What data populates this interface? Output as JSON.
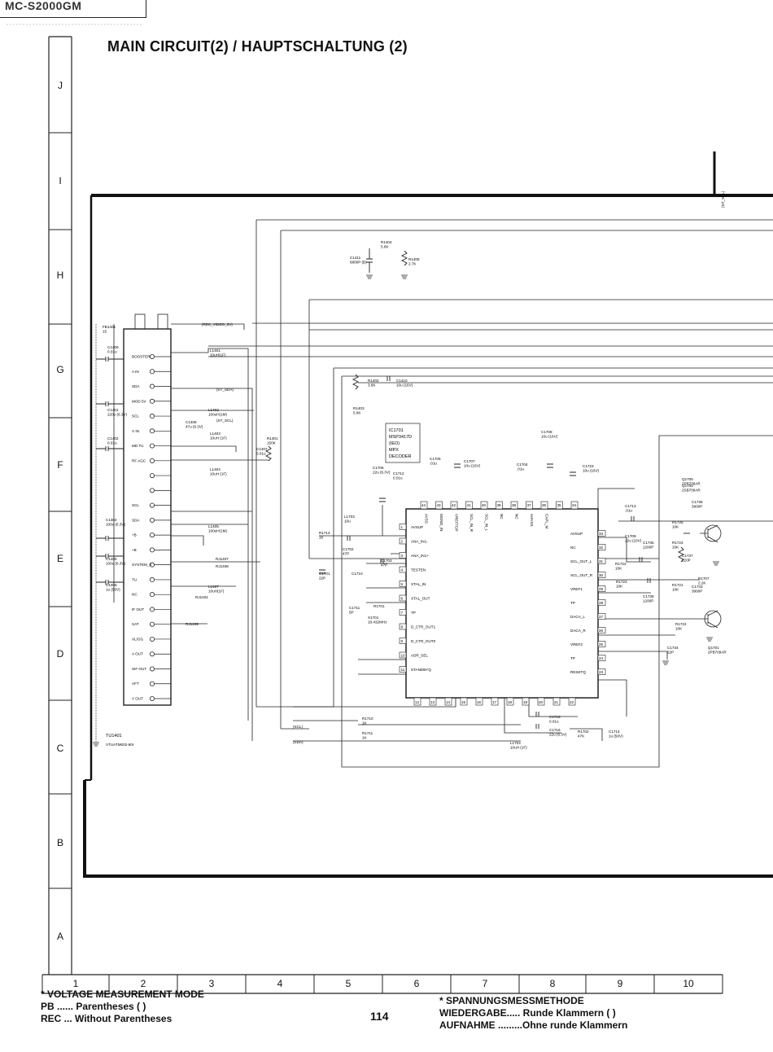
{
  "header": {
    "model": "MC-S2000GM",
    "title": "MAIN CIRCUIT(2) / HAUPTSCHALTUNG (2)"
  },
  "grid": {
    "rows": [
      "J",
      "I",
      "H",
      "G",
      "F",
      "E",
      "D",
      "C",
      "B",
      "A"
    ],
    "columns": [
      "1",
      "2",
      "3",
      "4",
      "5",
      "6",
      "7",
      "8",
      "9",
      "10"
    ]
  },
  "footer": {
    "left": [
      "* VOLTAGE MEASUREMENT MODE",
      "PB ...... Parentheses (     )",
      "REC ... Without Parentheses"
    ],
    "right": [
      "* SPANNUNGSMESSMETHODE",
      "WIEDERGABE..... Runde Klammern (      )",
      "AUFNAHME .........Ohne runde Klammern"
    ],
    "page": "114"
  },
  "tuner": {
    "ref": "TU1401",
    "part": "VTUATM002-60I",
    "pins": [
      "BOOSTER",
      "A IN",
      "SDA",
      "MOD 5V",
      "SCL",
      "V IN",
      "MD TU",
      "RF AGC",
      "",
      "",
      "SCL",
      "SDA",
      "+B",
      "+B",
      "SYSTEM_K",
      "TU",
      "NC",
      "IF OUT",
      "SAT",
      "VL/OG",
      "A OUT",
      "SIF OUT",
      "AFT",
      "Y OUT"
    ]
  },
  "ic": {
    "ref": "IC1701",
    "part": "MSP3417D",
    "pkg": "(IEO)",
    "func1": "MPX",
    "func2": "DECODER",
    "left_pins": [
      "AVSUP",
      "ANA_IN1-",
      "ANA_IN1+",
      "TESTEN",
      "XTAL_IN",
      "XTAL_OUT",
      "TP",
      "D_CTR_OUT1",
      "D_CTR_OUT0",
      "ADR_SEL",
      "STANDBYQ"
    ],
    "left_nums": [
      "1",
      "2",
      "3",
      "4",
      "5",
      "6",
      "7",
      "8",
      "9",
      "10",
      "11"
    ],
    "right_pins": [
      "AVSUP",
      "NC",
      "SCL_OUT_L",
      "SCL_OUT_R",
      "VREF1",
      "TP",
      "DACA_L",
      "DACA_R",
      "VREF2",
      "TP",
      "RESETQ"
    ],
    "right_nums": [
      "33",
      "32",
      "31",
      "30",
      "29",
      "28",
      "27",
      "26",
      "25",
      "24",
      "23"
    ],
    "top_pins": [
      "AVSS",
      "MONO_IN",
      "VREFTOP",
      "SCL_IN_R",
      "SCL_IN_L",
      "NC",
      "NC",
      "AHVSS",
      "CAPL_M",
      "",
      ""
    ],
    "top_nums": [
      "44",
      "43",
      "42",
      "41",
      "40",
      "39",
      "38",
      "37",
      "36",
      "35",
      "34"
    ],
    "bottom_nums": [
      "12",
      "13",
      "14",
      "15",
      "16",
      "17",
      "18",
      "19",
      "20",
      "21",
      "22"
    ]
  },
  "components": [
    {
      "ref": "FB1401",
      "val": "15"
    },
    {
      "ref": "C1409",
      "val": "0.01u"
    },
    {
      "ref": "C1401",
      "val": "220u (6.3V)"
    },
    {
      "ref": "C1402",
      "val": "0.01u"
    },
    {
      "ref": "C1404",
      "val": "100u (6.3V)"
    },
    {
      "ref": "C1405",
      "val": "100u (6.3V)"
    },
    {
      "ref": "C1406",
      "val": "1u (50V)"
    },
    {
      "ref": "L1401",
      "val": "10uH(1F)"
    },
    {
      "ref": "L1402",
      "val": "100uH(1M)"
    },
    {
      "ref": "L1403",
      "val": "10uH (1F)"
    },
    {
      "ref": "L1404",
      "val": "10uH (1F)"
    },
    {
      "ref": "L1405",
      "val": "100uH(1M)"
    },
    {
      "ref": "L1407",
      "val": "10uH(1F)"
    },
    {
      "ref": "C1408",
      "val": "47u (6.3V)"
    },
    {
      "ref": "R1401",
      "val": "150K"
    },
    {
      "ref": "C1407",
      "val": "0.01u"
    },
    {
      "ref": "RJ1407",
      "val": ""
    },
    {
      "ref": "RJ1408",
      "val": ""
    },
    {
      "ref": "RJ1401",
      "val": ""
    },
    {
      "ref": "RJ1409",
      "val": ""
    },
    {
      "ref": "R1404",
      "val": "5.6K"
    },
    {
      "ref": "C1411",
      "val": "6800P (B)"
    },
    {
      "ref": "R1405",
      "val": "2.7K"
    },
    {
      "ref": "R1402",
      "val": "3.6K"
    },
    {
      "ref": "C1410",
      "val": "10u (16V)"
    },
    {
      "ref": "R1403",
      "val": "5.6K"
    },
    {
      "ref": "C1705",
      "val": "22u (6.3V)"
    },
    {
      "ref": "C1712",
      "val": "0.01u"
    },
    {
      "ref": "C1706",
      "val": ".01u"
    },
    {
      "ref": "C1707",
      "val": "10u (16V)"
    },
    {
      "ref": "C1708",
      "val": "10u (16V)"
    },
    {
      "ref": "C1704",
      "val": ".01u"
    },
    {
      "ref": "C1723",
      "val": "10u (16V)"
    },
    {
      "ref": "L1703",
      "val": "10u"
    },
    {
      "ref": "R1714",
      "val": "1K"
    },
    {
      "ref": "C1702",
      "val": "47P"
    },
    {
      "ref": "C1703",
      "val": "47P"
    },
    {
      "ref": "C1701",
      "val": "22P"
    },
    {
      "ref": "C1710",
      "val": ""
    },
    {
      "ref": "C1711",
      "val": "5P"
    },
    {
      "ref": "R1701",
      "val": ""
    },
    {
      "ref": "X1701",
      "val": "18.432MHz"
    },
    {
      "ref": "R1710",
      "val": "1K"
    },
    {
      "ref": "R1711",
      "val": "1K"
    },
    {
      "ref": "C1715",
      "val": "0.01u"
    },
    {
      "ref": "C1716",
      "val": "22u (6.3V)"
    },
    {
      "ref": "L1704",
      "val": "10uH (1F)"
    },
    {
      "ref": "R1702",
      "val": "47K"
    },
    {
      "ref": "C1714",
      "val": "1u (50V)"
    },
    {
      "ref": "C1713",
      "val": ".01u"
    },
    {
      "ref": "C1709",
      "val": "22u (10V)"
    },
    {
      "ref": "C1735",
      "val": "1200P"
    },
    {
      "ref": "C1736",
      "val": "1200P"
    },
    {
      "ref": "R1722",
      "val": "10K"
    },
    {
      "ref": "R1723",
      "val": "10K"
    },
    {
      "ref": "R1724",
      "val": "10K"
    },
    {
      "ref": "R1725",
      "val": "10K"
    },
    {
      "ref": "R1721",
      "val": "10K"
    },
    {
      "ref": "R1722b",
      "val": "10K"
    },
    {
      "ref": "C1733",
      "val": "3900P"
    },
    {
      "ref": "C1734",
      "val": "22P"
    },
    {
      "ref": "C1737",
      "val": "220P"
    },
    {
      "ref": "C1738",
      "val": "3900P"
    },
    {
      "ref": "R1707",
      "val": "2.2K"
    },
    {
      "ref": "Q1705",
      "val": "2PB709AR"
    },
    {
      "ref": "Q1705b",
      "val": "2SB709AR"
    },
    {
      "ref": "Q1701",
      "val": "2PB709AR"
    }
  ],
  "nets": {
    "video": "(REC_VIDEO_3V)",
    "st_sda": "(ST_SDA)",
    "st_scl": "(ST_SCL)",
    "scl": "(SCL)",
    "sda": "(SDA)",
    "st_sdl": "(ST_SDL)"
  }
}
